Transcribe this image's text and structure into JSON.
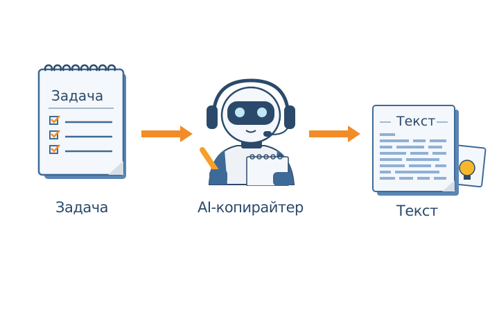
{
  "flow": {
    "steps": [
      {
        "id": "task",
        "label": "Задача",
        "icon": "notepad-checklist-icon",
        "icon_title": "Задача",
        "checklist_items": 3
      },
      {
        "id": "ai",
        "label": "AI-копирайтер",
        "icon": "robot-headset-icon"
      },
      {
        "id": "text",
        "label": "Текст",
        "icon": "document-text-icon",
        "icon_title": "Текст"
      }
    ],
    "arrows": [
      {
        "from": "task",
        "to": "ai",
        "icon": "arrow-right-icon"
      },
      {
        "from": "ai",
        "to": "text",
        "icon": "arrow-right-icon"
      }
    ]
  },
  "colors": {
    "navy": "#2b4a6b",
    "blue": "#3d6a96",
    "accent_orange": "#f28c28",
    "paper": "#f4f7fb",
    "text_lines": "#8fb0d4",
    "eyes": "#bfe8f5",
    "bulb": "#f6b82a"
  }
}
